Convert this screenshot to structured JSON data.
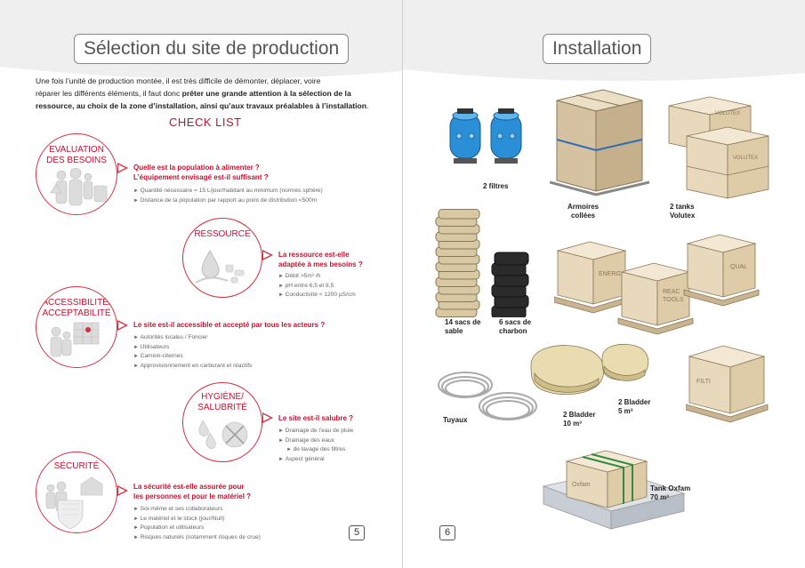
{
  "left": {
    "title": "Sélection du site de production",
    "intro_line1": "Une fois l’unité de production montée, il est très difficile de démonter, déplacer, voire",
    "intro_line2_plain": "réparer les différents éléments, il faut donc ",
    "intro_line2_bold": "prêter une grande attention à la sélection de la",
    "intro_line3_bold": "ressource, au choix de la zone d’installation, ainsi qu’aux travaux préalables à l’installation",
    "intro_line3_end": ".",
    "checklist": "CHECK LIST",
    "page_number": "5",
    "items": [
      {
        "label_l1": "EVALUATION",
        "label_l2": "DES BESOINS",
        "q1": "Quelle est la population à alimenter ?",
        "q2": "L’équipement envisagé est-il suffisant ?",
        "bullets": [
          "Quantité nécessaire = 15 L/jour/habitant au minimum (normes sphère)",
          "Distance de la population par rapport au point de distribution <500m"
        ]
      },
      {
        "label_l1": "RESSOURCE",
        "q1": "La ressource est-elle",
        "q2": "adaptée à mes besoins ?",
        "bullets": [
          "Débit >5m³ /h",
          "pH entre 6,5 et 8,5",
          "Conductivité < 1200 μS/cm"
        ]
      },
      {
        "label_l1": "ACCESSIBILITÉ/",
        "label_l2": "ACCEPTABILITÉ",
        "q1": "Le site est-il accessible et accepté par tous les acteurs ?",
        "bullets": [
          "Autorités locales / Foncier",
          "Utilisateurs",
          "Camion-citernes",
          "Approvisionnement en carburant et réactifs"
        ]
      },
      {
        "label_l1": "HYGIÈNE/",
        "label_l2": "SALUBRITÉ",
        "q1": "Le site est-il salubre ?",
        "bullets": [
          "Drainage de l’eau de pluie",
          "Drainage des eaux",
          "de lavage des filtres",
          "Aspect général"
        ]
      },
      {
        "label_l1": "SÉCURITÉ",
        "q1": "La sécurité est-elle assurée pour",
        "q2": "les personnes et pour le matériel ?",
        "bullets": [
          "Soi-même et ses collaborateurs",
          "Le matériel et le stock (jour/Nuit)",
          "Population et utilisateurs",
          "Risques naturels (notamment risques de crue)"
        ]
      }
    ]
  },
  "right": {
    "title": "Installation",
    "page_number": "6",
    "labels": {
      "filters": "2 filtres",
      "cabinets_l1": "Armoires",
      "cabinets_l2": "collées",
      "tanks_l1": "2 tanks",
      "tanks_l2": "Volutex",
      "sand_l1": "14 sacs de",
      "sand_l2": "sable",
      "charcoal_l1": "6 sacs de",
      "charcoal_l2": "charbon",
      "pipes": "Tuyaux",
      "bladder10_l1": "2 Bladder",
      "bladder10_l2": "10 m³",
      "bladder5_l1": "2 Bladder",
      "bladder5_l2": "5 m³",
      "oxfam_l1": "Tank Oxfam",
      "oxfam_l2": "70 m³"
    },
    "crate_texts": {
      "volutex": "VOLUTEX",
      "energ": "ENERG",
      "reac": "REAC",
      "tools": "TOOLS",
      "qual": "QUAL",
      "filti": "FILTI",
      "oxfam": "Oxfam"
    }
  },
  "colors": {
    "accent": "#c8102e",
    "arc": "#ececec"
  }
}
